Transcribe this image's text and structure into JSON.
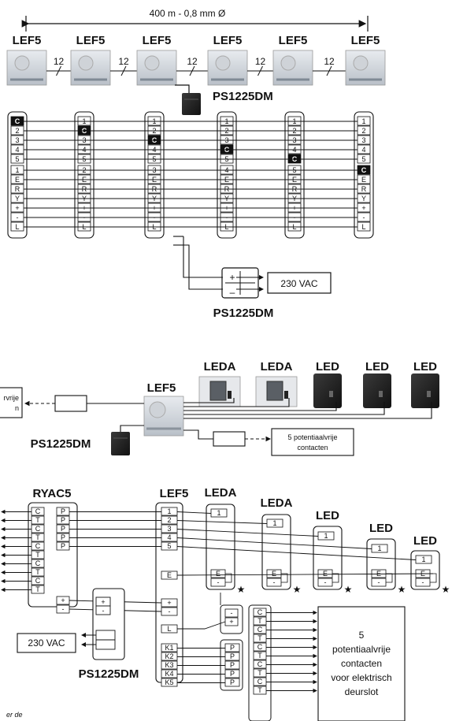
{
  "section1": {
    "distance_label": "400 m - 0,8 mm Ø",
    "devices": [
      "LEF5",
      "LEF5",
      "LEF5",
      "LEF5",
      "LEF5",
      "LEF5"
    ],
    "wire_count": "12",
    "psu_label": "PS1225DM",
    "psu_bottom_label": "PS1225DM",
    "vac_label": "230 VAC",
    "plus": "+",
    "minus": "–",
    "terminal_columns": [
      [
        "C",
        "2",
        "3",
        "4",
        "5",
        "1",
        "E",
        "R",
        "Y",
        "+",
        "-",
        "L"
      ],
      [
        "1",
        "C",
        "3",
        "4",
        "5",
        "2",
        "E",
        "R",
        "Y",
        "+",
        "-",
        "L"
      ],
      [
        "1",
        "2",
        "C",
        "4",
        "5",
        "3",
        "E",
        "R",
        "Y",
        "+",
        "-",
        "L"
      ],
      [
        "1",
        "2",
        "3",
        "C",
        "5",
        "4",
        "E",
        "R",
        "Y",
        "+",
        "-",
        "L"
      ],
      [
        "1",
        "2",
        "3",
        "4",
        "C",
        "5",
        "E",
        "R",
        "Y",
        "+",
        "-",
        "L"
      ],
      [
        "1",
        "2",
        "3",
        "4",
        "5",
        "C",
        "E",
        "R",
        "Y",
        "+",
        "-",
        "L"
      ]
    ]
  },
  "section2": {
    "lef_label": "LEF5",
    "stations": [
      "LEDA",
      "LEDA",
      "LED",
      "LED",
      "LED"
    ],
    "psu_label": "PS1225DM",
    "left_box_text": [
      "rvrije",
      "n"
    ],
    "contacts_label": [
      "5 potentiaalvrije",
      "contacten"
    ]
  },
  "section3": {
    "ryac_label": "RYAC5",
    "lef_label": "LEF5",
    "stations": [
      "LEDA",
      "LEDA",
      "LED",
      "LED",
      "LED"
    ],
    "ryac_terms": [
      "C",
      "T",
      "C",
      "T",
      "C",
      "T",
      "C",
      "T",
      "C",
      "T"
    ],
    "ryac_p": [
      "P",
      "P",
      "P",
      "P",
      "P"
    ],
    "lef_top_terms": [
      "1",
      "2",
      "3",
      "4",
      "5"
    ],
    "lef_e": "E",
    "lef_plus": "+",
    "lef_minus": "-",
    "lef_l": "L",
    "lef_k_terms": [
      "K1",
      "K2",
      "K3",
      "K4",
      "K5"
    ],
    "p_terms": [
      "P",
      "P",
      "P",
      "P",
      "P"
    ],
    "station_one": "1",
    "station_e": "E",
    "station_minus": "-",
    "star": "★",
    "psu_label": "PS1225DM",
    "vac_label": "230 VAC",
    "relay_terms": [
      "C",
      "T",
      "C",
      "T",
      "C",
      "T",
      "C",
      "T",
      "C",
      "T"
    ],
    "relay_box_text": [
      "5",
      "potentiaalvrije",
      "contacten",
      "voor elektrisch",
      "deurslot"
    ],
    "footnote": "er de"
  }
}
